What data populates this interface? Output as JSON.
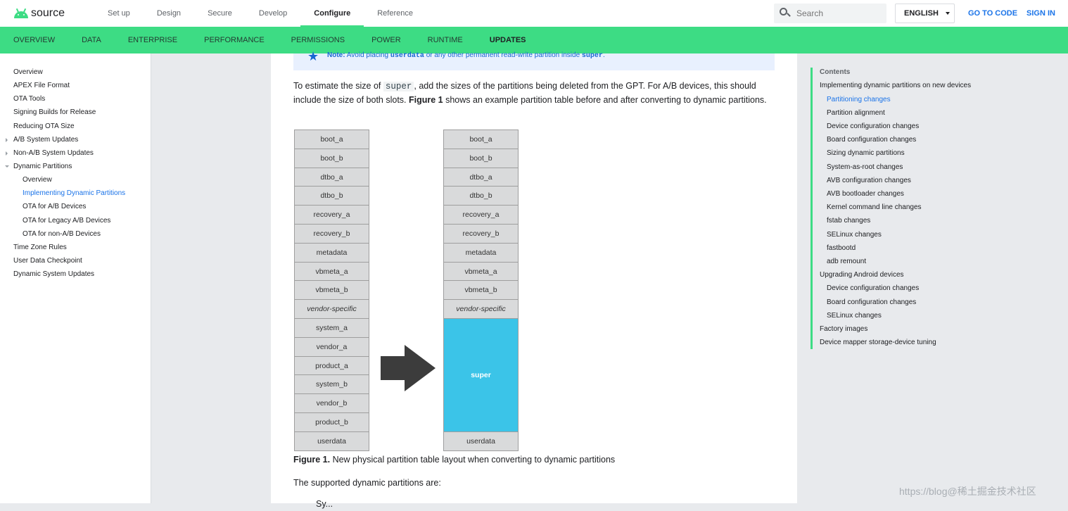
{
  "header": {
    "logo": "source",
    "nav": [
      "Set up",
      "Design",
      "Secure",
      "Develop",
      "Configure",
      "Reference"
    ],
    "active_nav": "Configure",
    "search_placeholder": "Search",
    "language": "ENGLISH",
    "go_to_code": "GO TO CODE",
    "sign_in": "SIGN IN"
  },
  "tabs": {
    "items": [
      "OVERVIEW",
      "DATA",
      "ENTERPRISE",
      "PERFORMANCE",
      "PERMISSIONS",
      "POWER",
      "RUNTIME",
      "UPDATES"
    ],
    "active": "UPDATES"
  },
  "sidebar": {
    "items": [
      {
        "label": "Overview"
      },
      {
        "label": "APEX File Format"
      },
      {
        "label": "OTA Tools"
      },
      {
        "label": "Signing Builds for Release"
      },
      {
        "label": "Reducing OTA Size"
      },
      {
        "label": "A/B System Updates"
      },
      {
        "label": "Non-A/B System Updates"
      },
      {
        "label": "Dynamic Partitions"
      },
      {
        "label": "Overview"
      },
      {
        "label": "Implementing Dynamic Partitions"
      },
      {
        "label": "OTA for A/B Devices"
      },
      {
        "label": "OTA for Legacy A/B Devices"
      },
      {
        "label": "OTA for non-A/B Devices"
      },
      {
        "label": "Time Zone Rules"
      },
      {
        "label": "User Data Checkpoint"
      },
      {
        "label": "Dynamic System Updates"
      }
    ]
  },
  "main": {
    "note_label": "Note:",
    "note_text_1": "Avoid placing",
    "note_code_1": "userdata",
    "note_text_2": "or any other permanent read-write partition inside",
    "note_code_2": "super",
    "note_text_3": ".",
    "para1_a": "To estimate the size of",
    "para1_code": "super",
    "para1_b": ", add the sizes of the partitions being deleted from the GPT. For A/B devices, this should include the size of both slots.",
    "para1_fig": "Figure 1",
    "para1_c": "shows an example partition table before and after converting to dynamic partitions.",
    "left_partitions": [
      "boot_a",
      "boot_b",
      "dtbo_a",
      "dtbo_b",
      "recovery_a",
      "recovery_b",
      "metadata",
      "vbmeta_a",
      "vbmeta_b",
      "vendor-specific",
      "system_a",
      "vendor_a",
      "product_a",
      "system_b",
      "vendor_b",
      "product_b",
      "userdata"
    ],
    "right_partitions_top": [
      "boot_a",
      "boot_b",
      "dtbo_a",
      "dtbo_b",
      "recovery_a",
      "recovery_b",
      "metadata",
      "vbmeta_a",
      "vbmeta_b",
      "vendor-specific"
    ],
    "super_label": "super",
    "right_partitions_bottom": [
      "userdata"
    ],
    "caption_bold": "Figure 1.",
    "caption_text": "New physical partition table layout when converting to dynamic partitions",
    "para2": "The supported dynamic partitions are:",
    "partial_list_item": "Sy..."
  },
  "toc": {
    "heading": "Contents",
    "items": [
      "Implementing dynamic partitions on new devices",
      "Partitioning changes",
      "Partition alignment",
      "Device configuration changes",
      "Board configuration changes",
      "Sizing dynamic partitions",
      "System-as-root changes",
      "AVB configuration changes",
      "AVB bootloader changes",
      "Kernel command line changes",
      "fstab changes",
      "SELinux changes",
      "fastbootd",
      "adb remount",
      "Upgrading Android devices",
      "Device configuration changes",
      "Board configuration changes",
      "SELinux changes",
      "Factory images",
      "Device mapper storage-device tuning"
    ],
    "active_index": 1
  },
  "watermark": "https://blog@稀土掘金技术社区",
  "colors": {
    "green": "#3ddc84",
    "link_blue": "#1a73e8",
    "super_blue": "#3bc4e8",
    "partition_gray": "#d9dadb"
  }
}
